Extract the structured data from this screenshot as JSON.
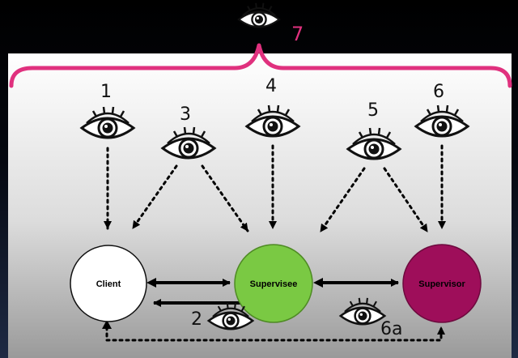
{
  "observers": [
    {
      "label": "1"
    },
    {
      "label": "3"
    },
    {
      "label": "4"
    },
    {
      "label": "5"
    },
    {
      "label": "6"
    },
    {
      "label": "2"
    },
    {
      "label": "6a"
    }
  ],
  "overall_observer": {
    "label": "7"
  },
  "nodes": [
    {
      "label": "Client",
      "fill": "#ffffff",
      "text_color": "#000000"
    },
    {
      "label": "Supervisee",
      "fill": "#7ac943",
      "text_color": "#000000"
    },
    {
      "label": "Supervisor",
      "fill": "#9e0e5a",
      "text_color": "#000000"
    }
  ],
  "colors": {
    "brace": "#e0317e",
    "panel_top": "#ffffff",
    "panel_bottom": "#9a9a9a",
    "arrows": "#000000"
  }
}
